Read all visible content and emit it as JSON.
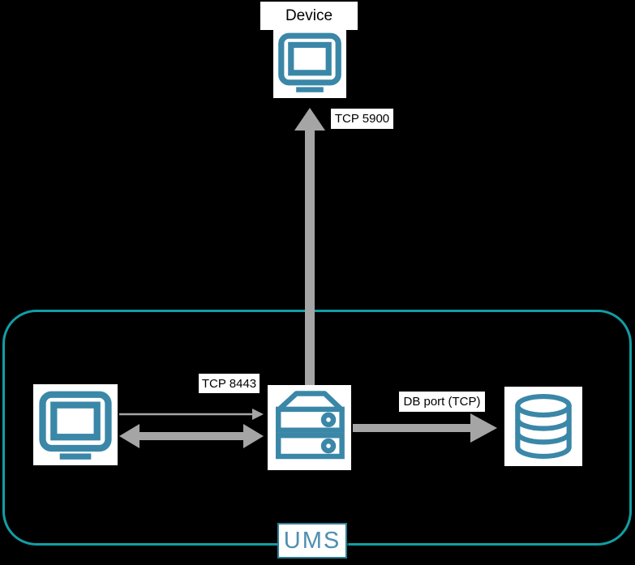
{
  "nodes": {
    "device": {
      "label": "Device",
      "icon": "monitor-icon"
    },
    "ums_console": {
      "icon": "monitor-icon"
    },
    "ums_server": {
      "icon": "server-icon"
    },
    "database": {
      "icon": "database-icon"
    }
  },
  "connections": {
    "tcp5900": {
      "label": "TCP 5900",
      "from": "ums_server",
      "to": "device",
      "style": "thick-gray-arrow-up"
    },
    "tcp8443": {
      "label": "TCP 8443",
      "from": "ums_console",
      "to": "ums_server",
      "style": "thin-arrow-right-and-thick-double-arrow"
    },
    "dbport": {
      "label": "DB port (TCP)",
      "from": "ums_server",
      "to": "database",
      "style": "thick-gray-arrow-right"
    }
  },
  "boundary": {
    "label": "UMS"
  },
  "colors": {
    "background": "#000000",
    "icon_teal": "#3A87A8",
    "boundary_teal": "#129EA4",
    "arrow_gray": "#A5A5A5",
    "label_background": "#FFFFFF",
    "label_text": "#000000",
    "ums_text_teal": "#4E8FAF",
    "ums_box_border": "#2E7E96"
  }
}
